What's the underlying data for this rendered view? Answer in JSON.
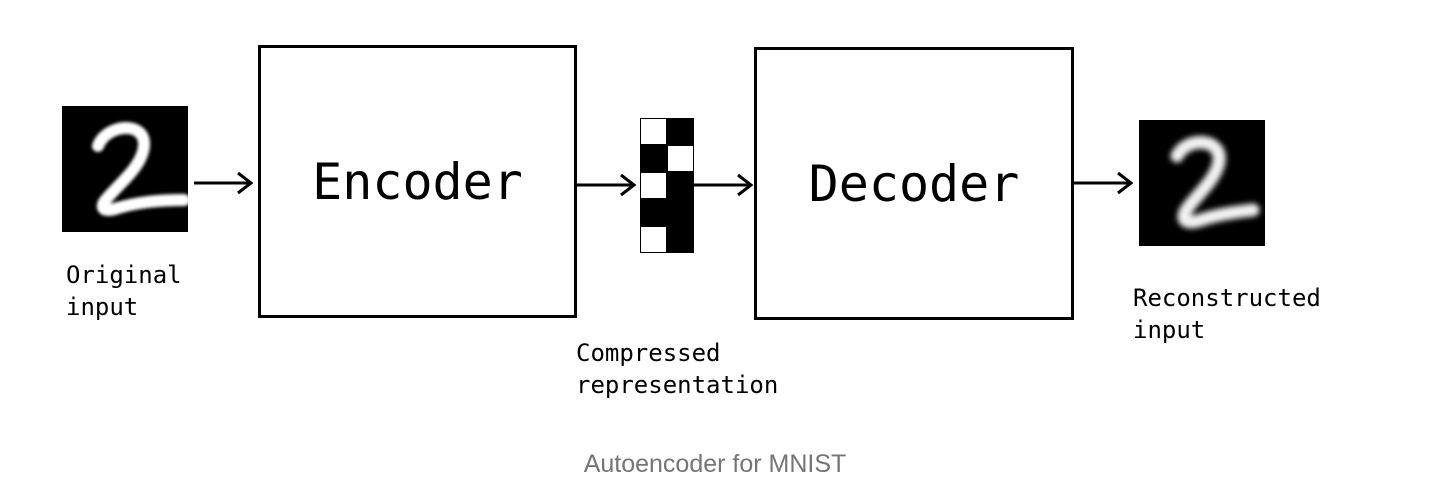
{
  "diagram": {
    "original_input": {
      "label_line1": "Original",
      "label_line2": "input"
    },
    "encoder": {
      "label": "Encoder"
    },
    "compressed": {
      "label_line1": "Compressed",
      "label_line2": "representation",
      "cells": [
        "white",
        "black",
        "black",
        "white",
        "white",
        "black",
        "black",
        "black",
        "white",
        "black"
      ]
    },
    "decoder": {
      "label": "Decoder"
    },
    "reconstructed_input": {
      "label_line1": "Reconstructed",
      "label_line2": "input"
    }
  },
  "caption": "Autoencoder for MNIST",
  "colors": {
    "line": "#000000",
    "caption": "#757575",
    "digit_stroke": "#ffffff"
  }
}
